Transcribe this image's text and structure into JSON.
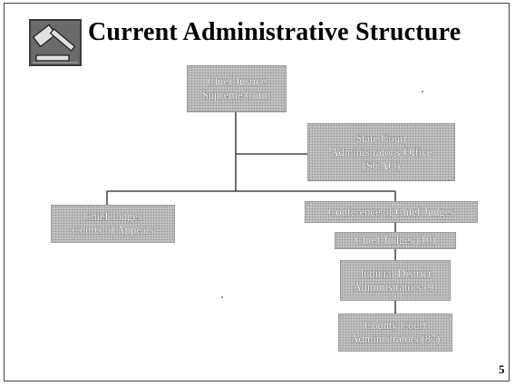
{
  "slide": {
    "title": "Current Administrative Structure",
    "page_number": "5",
    "icon": "gavel-icon"
  },
  "org_chart": {
    "root": {
      "line1": "Chief Justice",
      "line2": "Supreme Court"
    },
    "staff": {
      "line1": "State Court",
      "line2": "Administrator's Office",
      "line3": "(SCAO)"
    },
    "left_branch": {
      "line1": "Chief Judges",
      "line2": "Courts of Appeals"
    },
    "right_branch": {
      "line1": "Conference of Chief Judges"
    },
    "chain": [
      {
        "line1": "Chief Judges (10)"
      },
      {
        "line1": "Judicial District",
        "line2": "Administrators (9)"
      },
      {
        "line1": "County Court",
        "line2": "Administrators (87)"
      }
    ]
  }
}
